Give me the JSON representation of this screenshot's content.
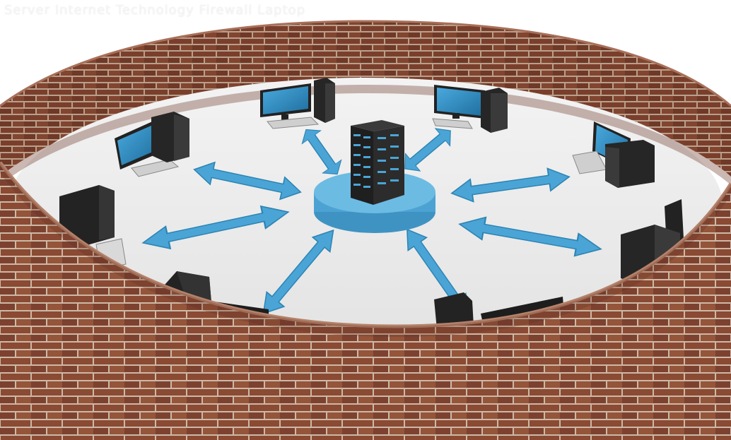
{
  "image": {
    "caption": "Server  Internet  Technology  Firewall  Laptop",
    "subject": "network server surrounded by computers inside a circular brick firewall"
  },
  "colors": {
    "floor": "#ebebeb",
    "brick": "#8a4a33",
    "mortar": "#cdb9a6",
    "arrow": "#4aa5d6",
    "server_platform": "#5fb3de",
    "device": "#2b2b2b",
    "screen": "#2f8fc8"
  },
  "icons": [
    "brick-wall",
    "server-rack-icon",
    "desktop-computer-icon",
    "bidirectional-arrow-icon"
  ],
  "devices": [
    {
      "name": "computer-top-left"
    },
    {
      "name": "computer-top-right"
    },
    {
      "name": "computer-left"
    },
    {
      "name": "computer-right"
    },
    {
      "name": "computer-mid-left"
    },
    {
      "name": "computer-mid-right"
    },
    {
      "name": "computer-bottom-left"
    },
    {
      "name": "computer-bottom-right"
    }
  ]
}
